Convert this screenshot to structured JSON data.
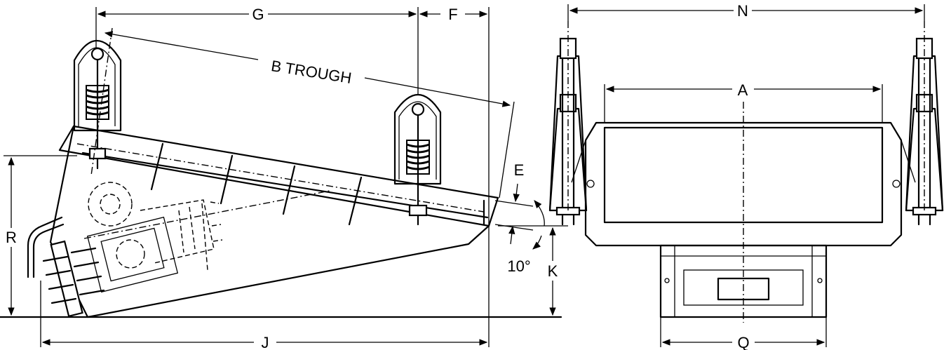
{
  "dimensions": {
    "A": "A",
    "B": "B TROUGH",
    "E": "E",
    "F": "F",
    "G": "G",
    "J": "J",
    "K": "K",
    "N": "N",
    "Q": "Q",
    "R": "R",
    "angle": "10°"
  }
}
